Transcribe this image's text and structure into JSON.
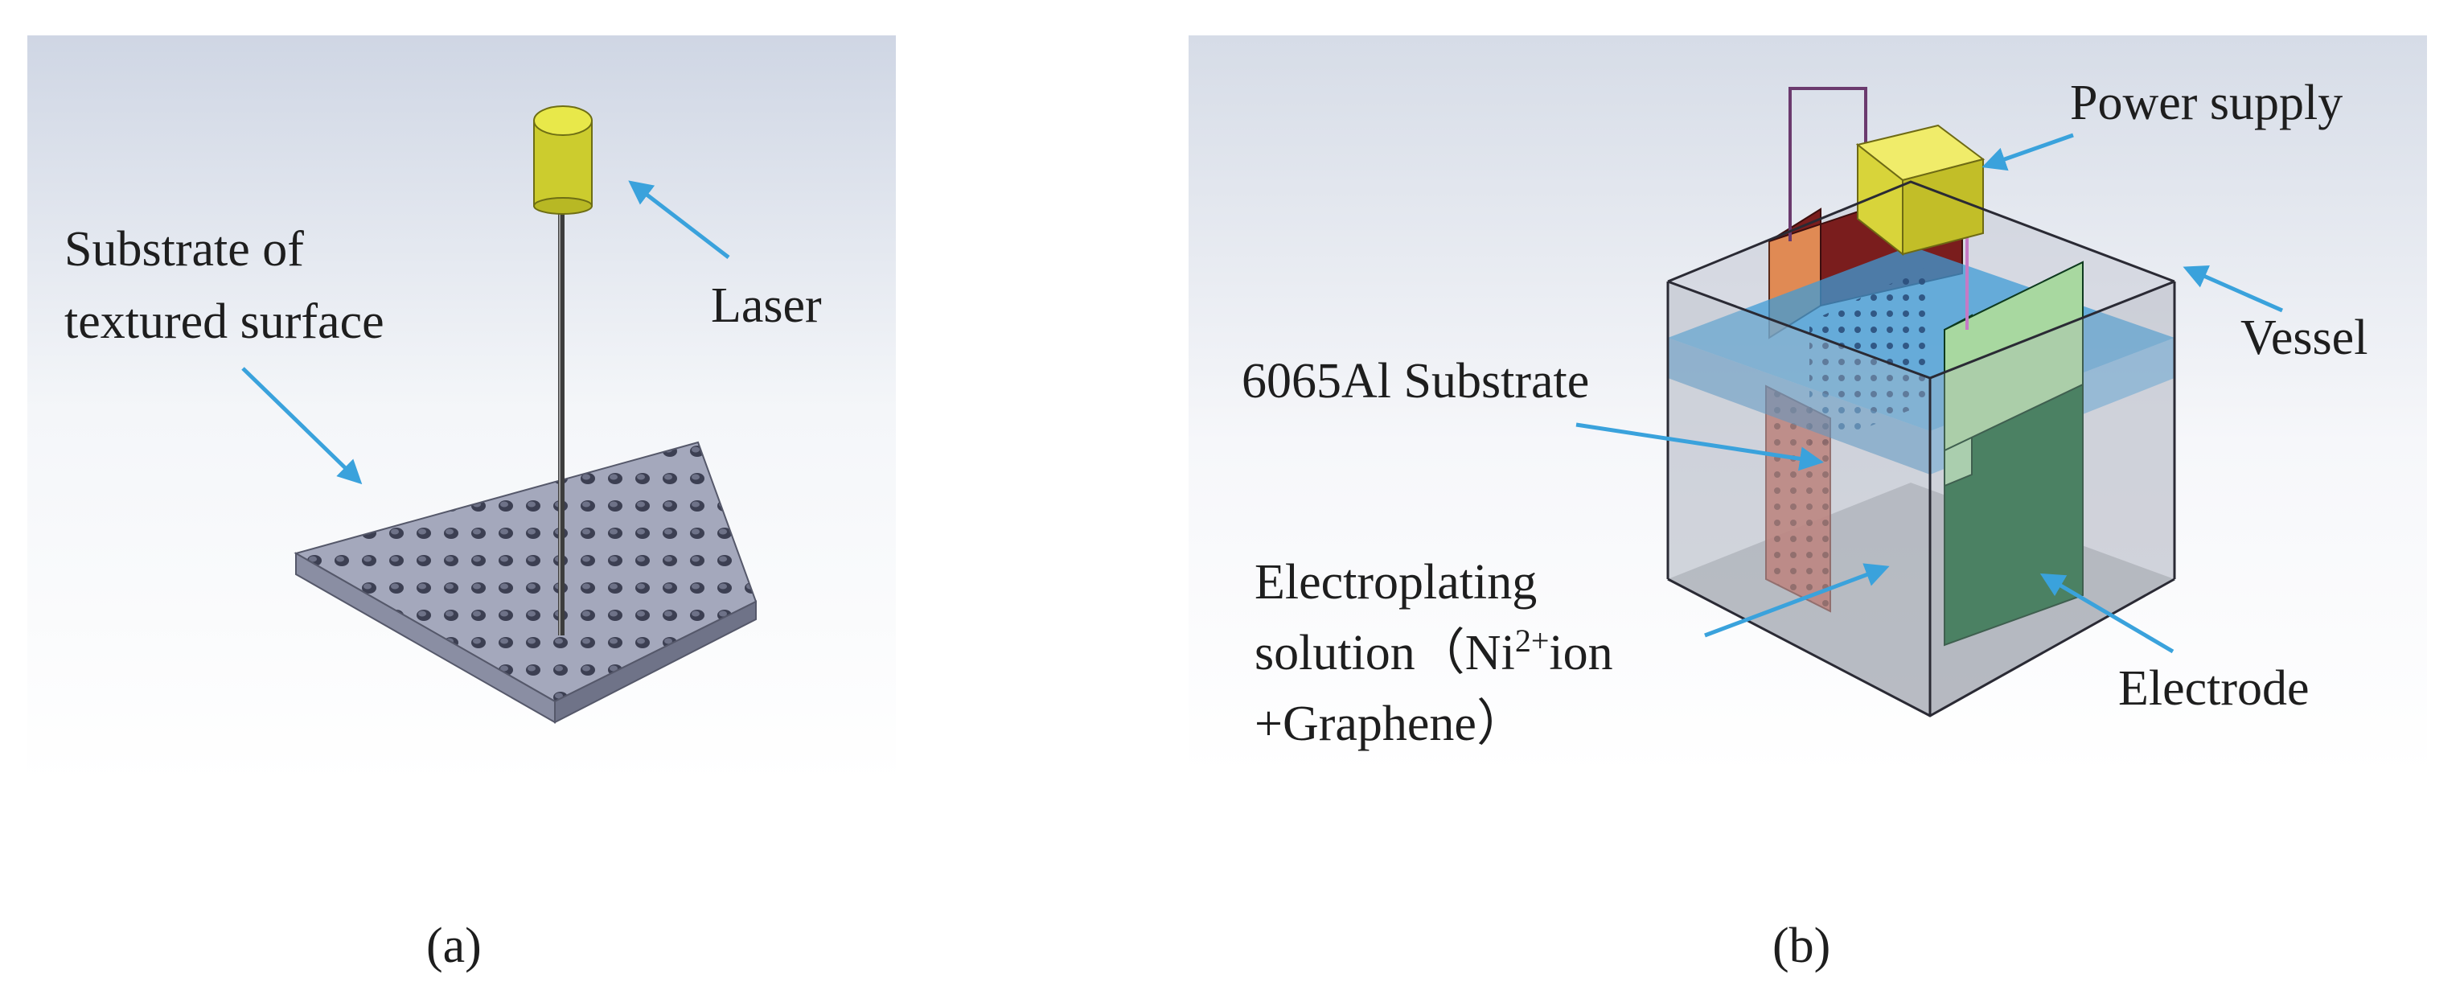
{
  "panel_a": {
    "caption": "(a)",
    "labels": {
      "substrate_line1": "Substrate of",
      "substrate_line2": "textured surface",
      "laser": "Laser"
    }
  },
  "panel_b": {
    "caption": "(b)",
    "labels": {
      "power_supply": "Power supply",
      "vessel": "Vessel",
      "substrate": "6065Al Substrate",
      "solution_line1": "Electroplating",
      "solution_line2_pre": "solution（Ni",
      "solution_sup": "2+",
      "solution_line2_post": "ion",
      "solution_line3": "+Graphene）",
      "electrode": "Electrode"
    }
  },
  "colors": {
    "arrow": "#3aa2dc",
    "laser_yellow": "#d8d83a",
    "plate_grey": "#9a9eb4",
    "solution_blue": "#3f9bd6",
    "electrode_green": "#2f7a4a"
  }
}
